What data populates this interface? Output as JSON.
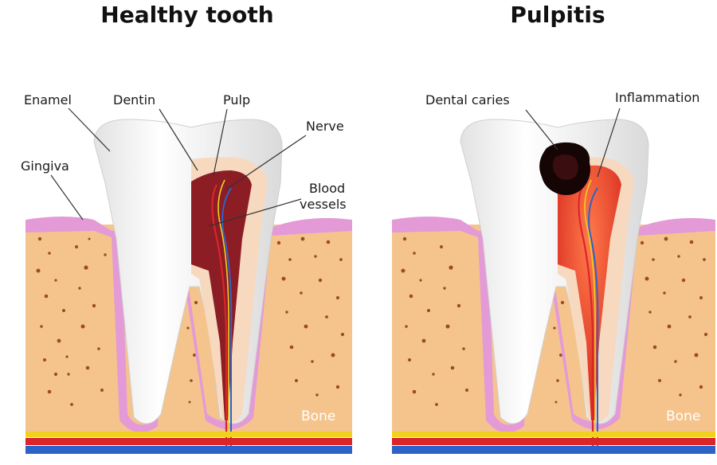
{
  "titles": {
    "left": "Healthy tooth",
    "right": "Pulpitis"
  },
  "labels": {
    "enamel": "Enamel",
    "dentin": "Dentin",
    "pulp": "Pulp",
    "nerve": "Nerve",
    "blood_vessels_line1": "Blood",
    "blood_vessels_line2": "vessels",
    "gingiva": "Gingiva",
    "bone_left": "Bone",
    "dental_caries": "Dental caries",
    "inflammation": "Inflammation",
    "bone_right": "Bone"
  },
  "colors": {
    "bone": "#f5c48d",
    "bone_spots": "#9b4a2a",
    "gum": "#e39ad6",
    "enamel": "#f3f3f3",
    "dentin": "#f7d9c0",
    "pulp_healthy": "#8c1d24",
    "pulp_inflamed": "#e53a26",
    "artery": "#d8262a",
    "vein": "#2d63c8",
    "nerve": "#f1d020",
    "caries": "#150505"
  }
}
